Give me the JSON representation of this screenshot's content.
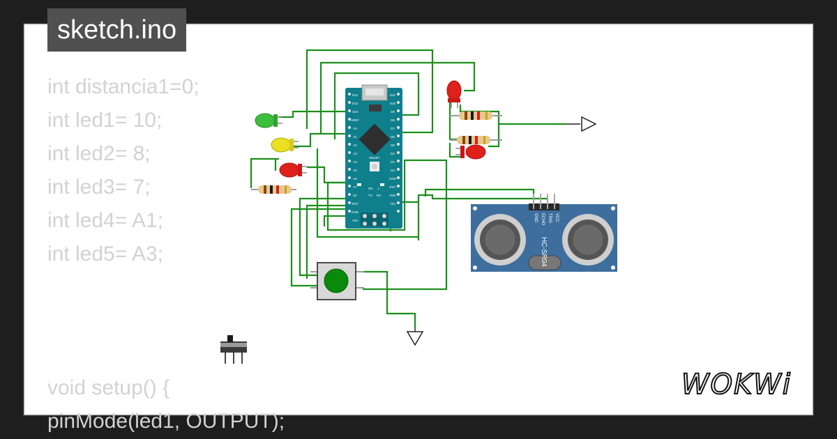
{
  "tab": {
    "title": "sketch.ino"
  },
  "code": {
    "lines": [
      "int distancia1=0;",
      "int led1= 10;",
      "int led2= 8;",
      "int led3= 7;",
      "int led4= A1;",
      "int led5= A3;",
      "",
      "",
      "",
      "void setup() {",
      "  pinMode(led1, OUTPUT);"
    ]
  },
  "sensor": {
    "model": "HC-SR04",
    "pins": [
      "VCC",
      "TRIG",
      "ECHO",
      "GND"
    ]
  },
  "board": {
    "name": "Arduino Nano",
    "labels": [
      "D12",
      "D13",
      "3V3",
      "AREF",
      "A0",
      "A1",
      "A2",
      "A3",
      "A4",
      "A5",
      "A6",
      "A7",
      "5V",
      "RST",
      "GND",
      "VIN",
      "D11",
      "D10",
      "D9",
      "D8",
      "D7",
      "D6",
      "D5",
      "D4",
      "D3",
      "D2",
      "GND",
      "RST",
      "RX0",
      "TX1"
    ],
    "reset_label": "RESET",
    "on_label": "ON",
    "l_label": "L",
    "tx_label": "TX",
    "rx_label": "RX"
  },
  "brand": {
    "logo_text": "WOKWi"
  },
  "colors": {
    "wire": "#1a8f1a",
    "board": "#0f7f8c",
    "sensor": "#3d6e9e",
    "led_red": "#e0201b",
    "led_green": "#3cbf3c",
    "led_yellow": "#e8e020",
    "button": "#0a8a0a"
  }
}
